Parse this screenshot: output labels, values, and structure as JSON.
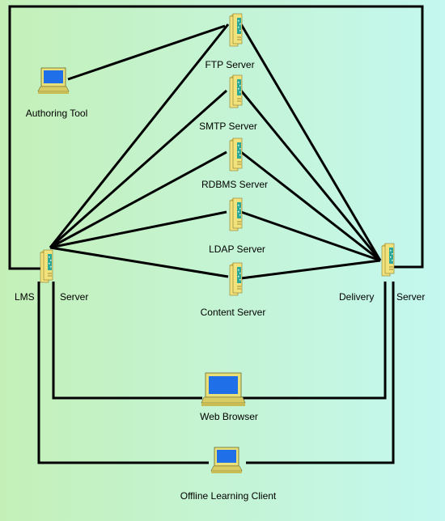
{
  "labels": {
    "ftp": "FTP Server",
    "smtp": "SMTP Server",
    "rdbms": "RDBMS Server",
    "ldap": "LDAP Server",
    "content": "Content Server",
    "authoring": "Authoring Tool",
    "lms": "LMS",
    "lms_server": "Server",
    "delivery": "Delivery",
    "delivery_server": "Server",
    "web_browser": "Web Browser",
    "offline_client": "Offline Learning Client"
  },
  "icons": {
    "server": "server-tower-icon",
    "workstation": "computer-monitor-icon"
  },
  "colors": {
    "bg_left": "#c4f0b8",
    "bg_right": "#c4f8f0",
    "line": "#000000",
    "server_body": "#f2e27c",
    "server_panel": "#2aa89a",
    "screen": "#1e6fe8",
    "computer_body": "#e9e07a"
  }
}
